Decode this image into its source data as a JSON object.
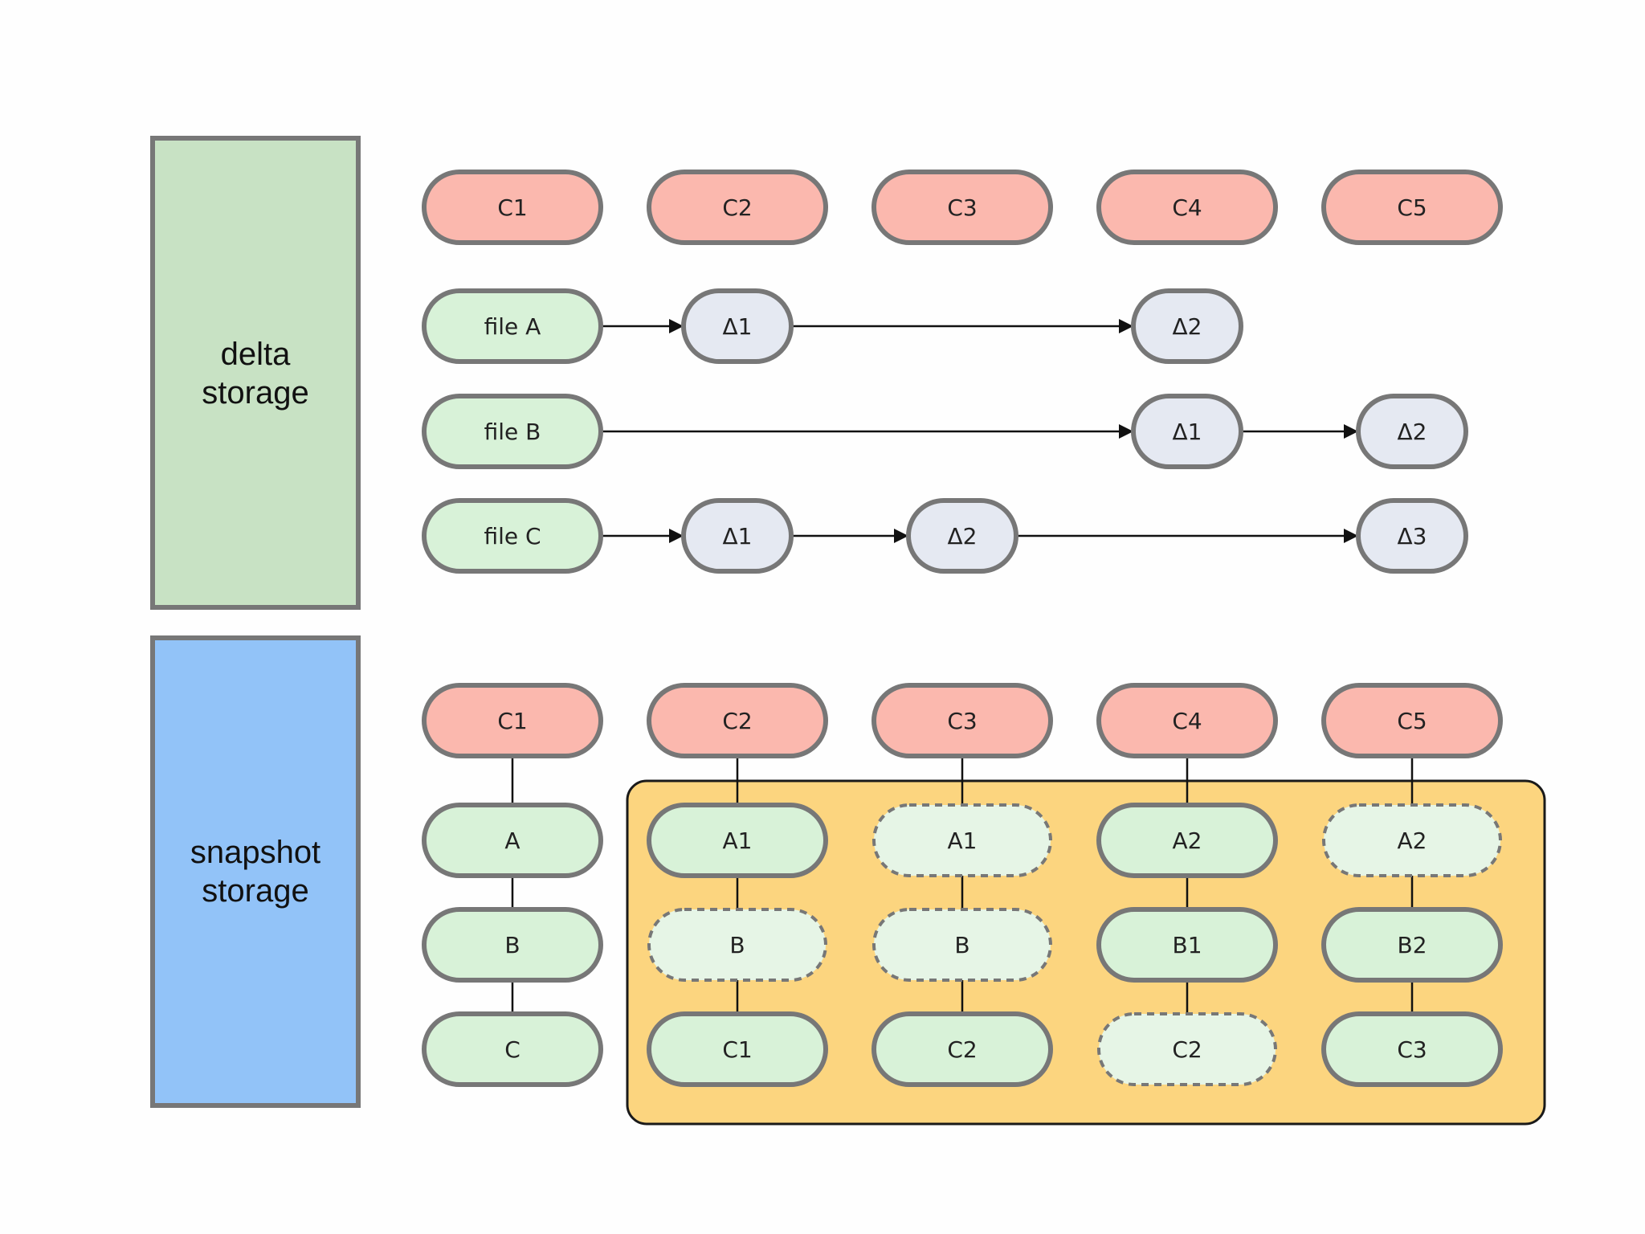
{
  "colors": {
    "commit_fill": "#fbb8ae",
    "file_fill": "#d8f2d8",
    "delta_fill": "#e5e9f2",
    "ghost_fill": "#e6f5e6",
    "node_stroke": "#777777",
    "delta_panel_fill": "#c8e2c4",
    "snapshot_panel_fill": "#92c3f8",
    "panel_stroke": "#777777",
    "highlight_fill": "#fcd57f",
    "highlight_stroke": "#1a1a1a",
    "line_color": "#111111"
  },
  "delta_panel": {
    "label_line1": "delta",
    "label_line2": "storage"
  },
  "snapshot_panel": {
    "label_line1": "snapshot",
    "label_line2": "storage"
  },
  "delta": {
    "commits": [
      "C1",
      "C2",
      "C3",
      "C4",
      "C5"
    ],
    "rows": [
      {
        "name": "file A",
        "deltas": [
          {
            "col": 1,
            "label": "Δ1"
          },
          {
            "col": 3,
            "label": "Δ2"
          }
        ]
      },
      {
        "name": "file B",
        "deltas": [
          {
            "col": 3,
            "label": "Δ1"
          },
          {
            "col": 4,
            "label": "Δ2"
          }
        ]
      },
      {
        "name": "file C",
        "deltas": [
          {
            "col": 1,
            "label": "Δ1"
          },
          {
            "col": 2,
            "label": "Δ2"
          },
          {
            "col": 4,
            "label": "Δ3"
          }
        ]
      }
    ]
  },
  "snapshot": {
    "commits": [
      "C1",
      "C2",
      "C3",
      "C4",
      "C5"
    ],
    "columns": [
      [
        {
          "label": "A",
          "dashed": false
        },
        {
          "label": "B",
          "dashed": false
        },
        {
          "label": "C",
          "dashed": false
        }
      ],
      [
        {
          "label": "A1",
          "dashed": false
        },
        {
          "label": "B",
          "dashed": true
        },
        {
          "label": "C1",
          "dashed": false
        }
      ],
      [
        {
          "label": "A1",
          "dashed": true
        },
        {
          "label": "B",
          "dashed": true
        },
        {
          "label": "C2",
          "dashed": false
        }
      ],
      [
        {
          "label": "A2",
          "dashed": false
        },
        {
          "label": "B1",
          "dashed": false
        },
        {
          "label": "C2",
          "dashed": true
        }
      ],
      [
        {
          "label": "A2",
          "dashed": true
        },
        {
          "label": "B2",
          "dashed": false
        },
        {
          "label": "C3",
          "dashed": false
        }
      ]
    ]
  }
}
